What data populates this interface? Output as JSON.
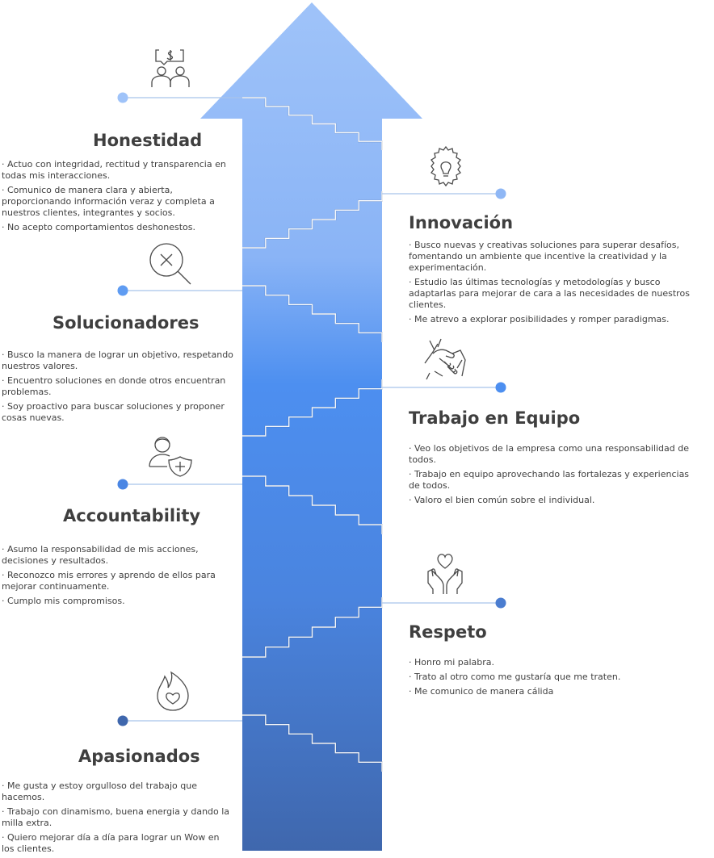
{
  "colors": {
    "arrow_top": "#9fc3f9",
    "arrow_mid": "#4d8ff0",
    "arrow_bottom": "#3f67ad",
    "text": "#3f3f3f",
    "icon_stroke": "#4a4a4a",
    "connector": "#a8c4ea"
  },
  "values": [
    {
      "title": "Honestidad",
      "icon": "money-people-icon",
      "dot_color": "#9fc3f9",
      "items": [
        "· Actuo con integridad, rectitud y transparencia en todas mis interacciones.",
        "· Comunico de manera clara y abierta, proporcionando información veraz y completa a nuestros clientes, integrantes y socios.",
        "· No acepto comportamientos deshonestos."
      ]
    },
    {
      "title": "Innovación",
      "icon": "lightbulb-gear-icon",
      "dot_color": "#8fb7f5",
      "items": [
        "· Busco nuevas y creativas soluciones para superar desafíos, fomentando un ambiente que incentive la creatividad y la experimentación.",
        "· Estudio las últimas tecnologías y metodologías y busco adaptarlas para mejorar de cara a las necesidades de nuestros clientes.",
        "· Me atrevo a explorar posibilidades y romper paradigmas."
      ]
    },
    {
      "title": "Solucionadores",
      "icon": "magnifier-x-icon",
      "dot_color": "#5f9cf2",
      "items": [
        "· Busco la manera de lograr un objetivo, respetando nuestros valores.",
        "· Encuentro soluciones en donde otros encuentran problemas.",
        "· Soy proactivo para buscar soluciones y proponer cosas nuevas."
      ]
    },
    {
      "title": "Trabajo en Equipo",
      "icon": "handshake-icon",
      "dot_color": "#4d8ff0",
      "items": [
        "· Veo los objetivos de la empresa como una responsabilidad de todos.",
        "· Trabajo en equipo aprovechando las fortalezas y experiencias de todos.",
        "· Valoro el bien común sobre el individual."
      ]
    },
    {
      "title": "Accountability",
      "icon": "person-shield-icon",
      "dot_color": "#4a86e4",
      "items": [
        "· Asumo la responsabilidad de mis acciones, decisiones y resultados.",
        "· Reconozco mis errores y aprendo de ellos para mejorar continuamente.",
        "· Cumplo mis compromisos."
      ]
    },
    {
      "title": "Respeto",
      "icon": "hands-heart-icon",
      "dot_color": "#4b7dd0",
      "items": [
        " · Honro mi palabra.",
        "· Trato al otro como me gustaría que me traten.",
        "· Me comunico de manera cálida"
      ]
    },
    {
      "title": "Apasionados",
      "icon": "flame-heart-icon",
      "dot_color": "#3f67ad",
      "items": [
        "· Me gusta y estoy orgulloso del trabajo que hacemos.",
        "· Trabajo con dinamismo, buena energia y dando la milla extra.",
        "· Quiero mejorar día a día para lograr un Wow en los clientes."
      ]
    }
  ]
}
